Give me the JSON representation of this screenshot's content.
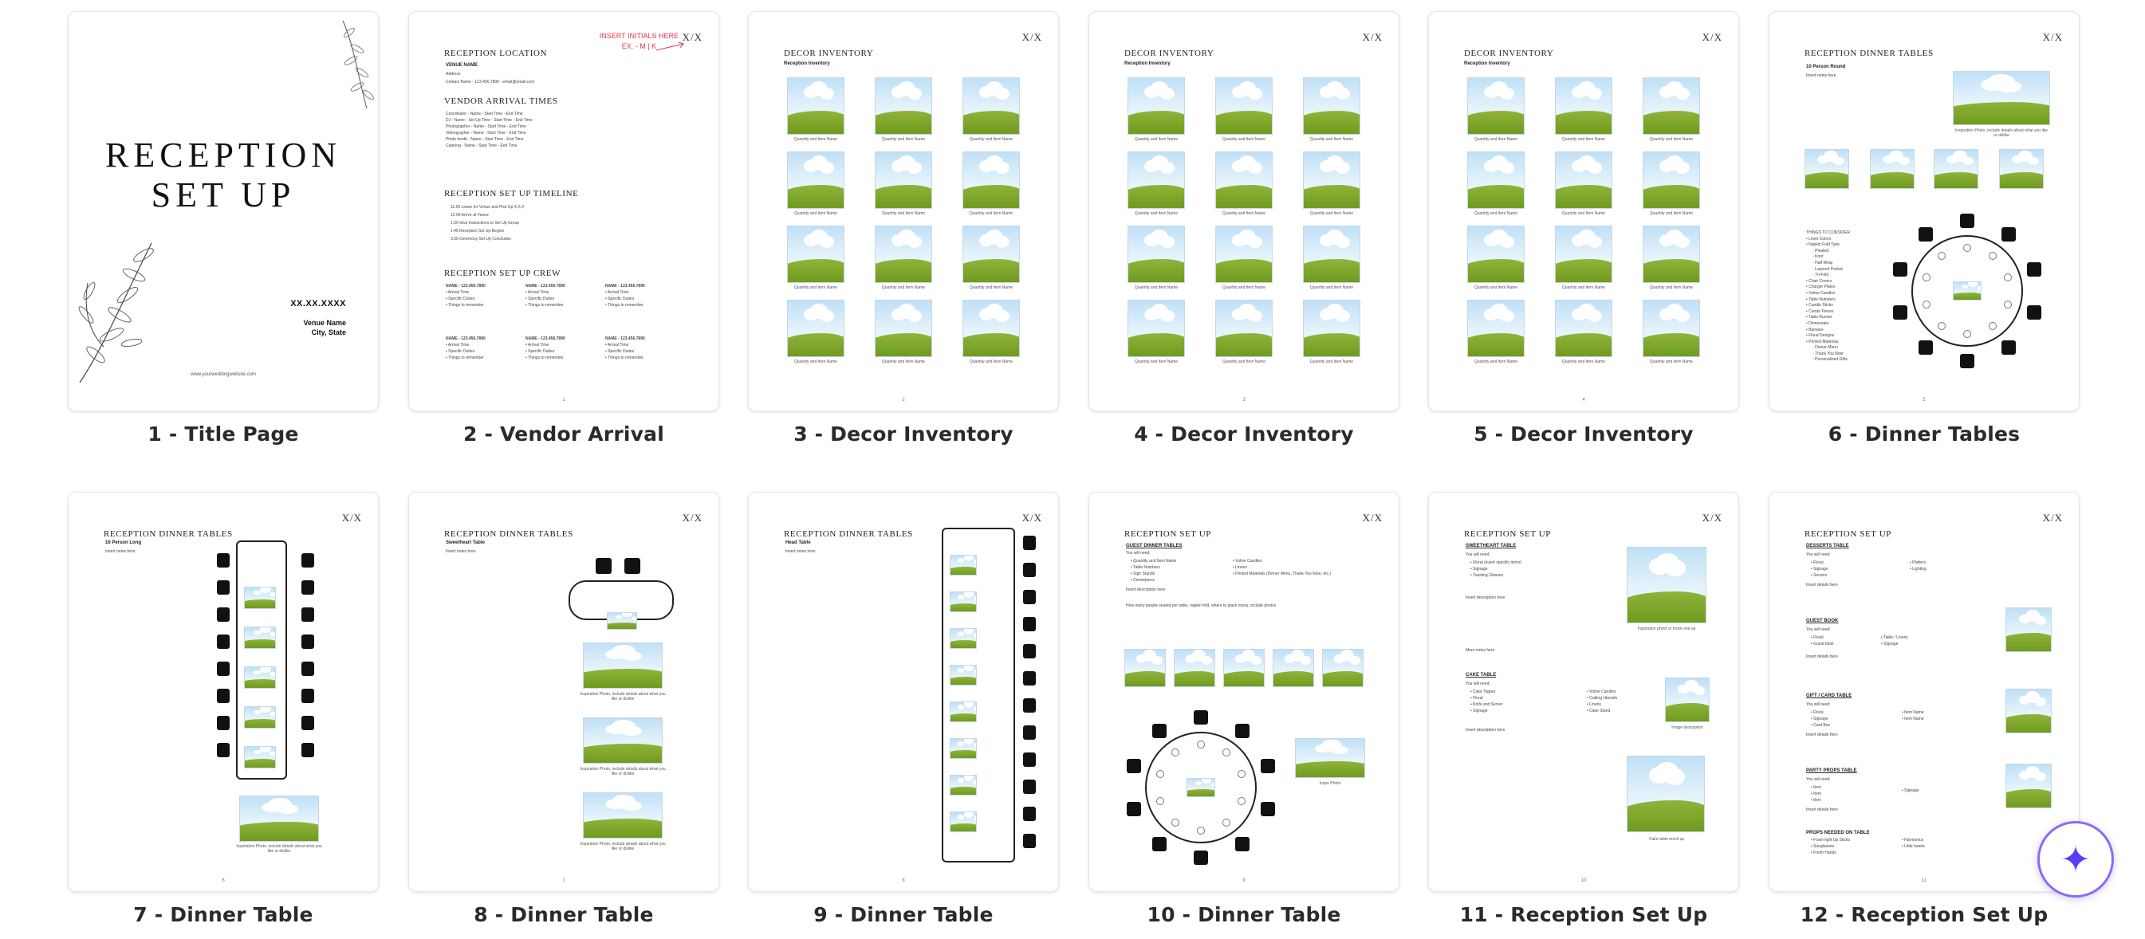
{
  "pages": [
    {
      "caption": "1 - Title Page"
    },
    {
      "caption": "2 - Vendor Arrival"
    },
    {
      "caption": "3 - Decor Inventory"
    },
    {
      "caption": "4 - Decor Inventory"
    },
    {
      "caption": "5 - Decor Inventory"
    },
    {
      "caption": "6 - Dinner Tables"
    },
    {
      "caption": "7 - Dinner Table"
    },
    {
      "caption": "8 - Dinner Table"
    },
    {
      "caption": "9 - Dinner Table"
    },
    {
      "caption": "10 - Dinner Table"
    },
    {
      "caption": "11 - Reception Set Up"
    },
    {
      "caption": "12 - Reception Set Up"
    }
  ],
  "title_page": {
    "title_line1": "RECEPTION",
    "title_line2": "SET UP",
    "date": "XX.XX.XXXX",
    "venue": "Venue Name",
    "city": "City, State",
    "website": "www.yourweddingwebsite.com"
  },
  "vendor_page": {
    "red_note_line1": "INSERT INITIALS HERE",
    "red_note_line2": "EX. - M | K",
    "xx": "X/X",
    "h_location": "RECEPTION LOCATION",
    "venue_name_label": "VENUE NAME",
    "address": "Address",
    "contact": "Contact Name - 123.456.7890 - email@email.com",
    "h_vendor": "VENDOR ARRIVAL TIMES",
    "vendor_rows": [
      "Coordinator - Name - Start Time - End Time",
      "DJ - Name - Set Up Time - Start Time - End Time",
      "Photographer - Name - Start Time - End Time",
      "Videographer - Name - Start Time - End Time",
      "Photo booth - Name - Start Time - End Time",
      "Catering - Name - Start Time - End Time"
    ],
    "h_timeline": "RECEPTION SET UP TIMELINE",
    "timeline_rows": [
      "11:00    Leave for Venue and Pick Up X,X,X",
      "12:00    Arrive at Venue",
      "1:30    Give Instructions to Set Up Group",
      "1:45    Reception Set Up Begins",
      "3:30    Ceremony Set Up Concludes"
    ],
    "h_crew": "RECEPTION SET UP CREW",
    "crew_name": "NAME - 123.456.7890",
    "crew_items": [
      "Arrival Time",
      "Specific Duties",
      "Things to remember"
    ],
    "page_no": "1"
  },
  "decor_page": {
    "xx": "X/X",
    "title": "DECOR INVENTORY",
    "subtitle": "Reception Inventory",
    "item_caption": "Quantity and Item Name",
    "page_nos": [
      "2",
      "3",
      "4"
    ]
  },
  "tables_page": {
    "xx": "X/X",
    "title": "RECEPTION DINNER TABLES",
    "round_sub": "10 Person Round",
    "notes": "Insert notes here",
    "photo_caption": "Inspiration Photo, include details about what you like or dislike",
    "consider_title": "THINGS TO CONSIDER",
    "consider_items": [
      "Linen Colors",
      "Napkin Fold Type",
      "Pleated",
      "Knot",
      "Half Wrap",
      "Layered Pocket",
      "Tri-Fold",
      "Chair Covers",
      "Charger Plates",
      "Votive Candles",
      "Table Numbers",
      "Candle Sticks",
      "Center Pieces",
      "Table Runner",
      "Dinnerware",
      "Barware",
      "Floral Designs",
      "Printed Materials",
      "Dinner Menu",
      "Thank You Note",
      "Personalized Gifts"
    ],
    "long_sub": "16 Person Long",
    "sweetheart_sub": "Sweetheart Table",
    "head_sub": "Head Table",
    "page_nos": [
      "5",
      "6",
      "7",
      "8",
      "9"
    ]
  },
  "setup10": {
    "title": "RECEPTION SET UP",
    "sub": "GUEST DINNER TABLES",
    "need": "You will need:",
    "items_left": [
      "Quantity and Item Name",
      "Table Numbers",
      "Sign Stands",
      "Centerpiece"
    ],
    "items_right": [
      "Votive Candles",
      "Linens",
      "Printed Materials (Dinner Menu, Thank You Note, etc.)"
    ],
    "desc": "Insert description here",
    "howmany": "How many people seated per table, napkin fold, where to place menu, include photos",
    "inspo": "Inspo Photo",
    "page_no": "9"
  },
  "setup11": {
    "title": "RECEPTION SET UP",
    "sweet_title": "SWEETHEART TABLE",
    "sweet_items": [
      "Floral (insert specific items)",
      "Signage",
      "Toasting Glasses"
    ],
    "inspo_cap": "Inspiration photo or mock one up",
    "more_notes": "More notes here",
    "cake_title": "CAKE TABLE",
    "cake_left": [
      "Cake Topper",
      "Floral",
      "Knife and Server",
      "Signage"
    ],
    "cake_right": [
      "Votive Candles",
      "Cutting Utensils",
      "Linens",
      "Cake Stand"
    ],
    "image_desc": "Image description",
    "cake_mock": "Cake table mock up",
    "page_no": "10"
  },
  "setup12": {
    "title": "RECEPTION SET UP",
    "desserts": "DESSERTS TABLE",
    "desserts_items": [
      "Floral",
      "Signage",
      "Servers",
      "Platters",
      "Lighting"
    ],
    "guestbook": "GUEST BOOK",
    "gb_items": [
      "Floral",
      "Guest book",
      "Table / Linens",
      "Signage"
    ],
    "giftcard": "GIFT / CARD TABLE",
    "gc_items": [
      "Floral",
      "Signage",
      "Card Box",
      "Item Name",
      "Item Name"
    ],
    "party": "PARTY PROPS TABLE",
    "party_items": [
      "Item",
      "Item",
      "Item",
      "Signage"
    ],
    "props": "PROPS NEEDED ON TABLE",
    "props_items": [
      "Foam light Up Sticks",
      "Sunglasses",
      "Fresh Hands",
      "Harmonica",
      "Little hands"
    ],
    "details": "Insert details here",
    "page_no": "11"
  },
  "fab": {
    "icon": "sparkle-icon"
  },
  "colors": {
    "accent": "#5b3df5",
    "red_note": "#e0384d",
    "grass": "#7ea82a",
    "sky": "#bfe0f7"
  }
}
